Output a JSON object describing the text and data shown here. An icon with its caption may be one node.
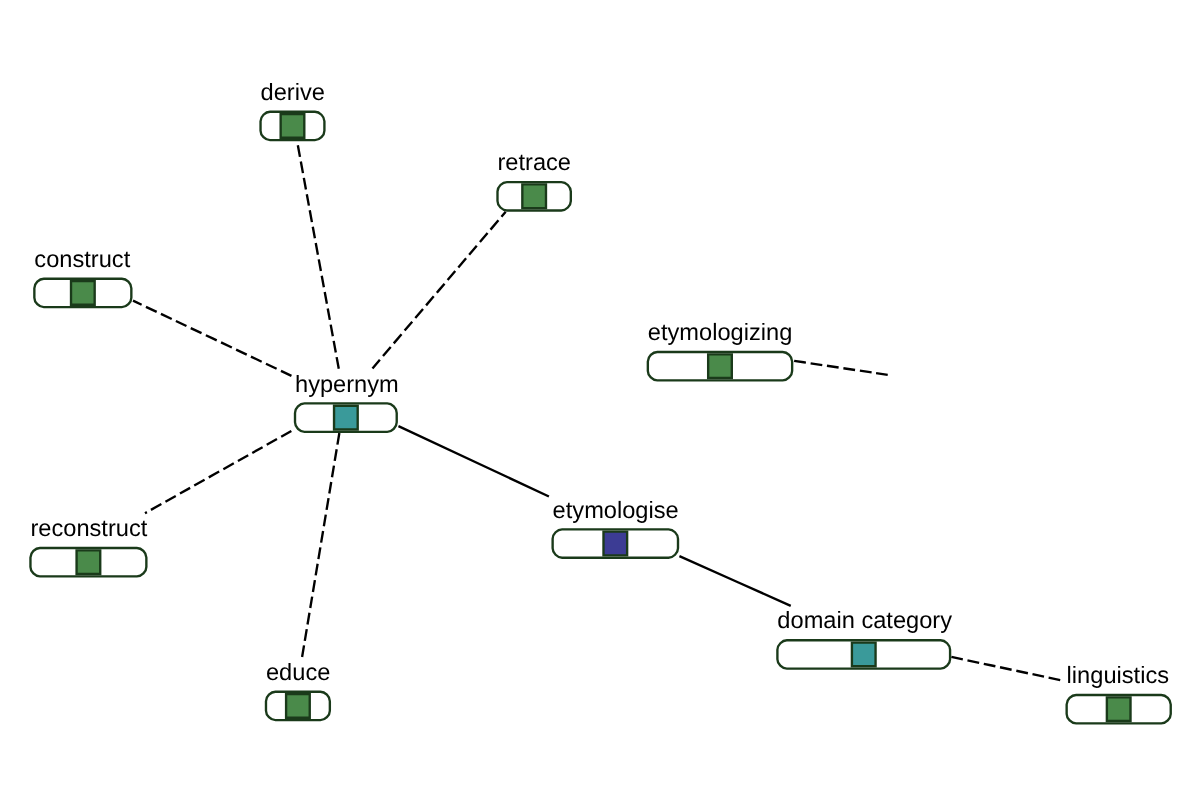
{
  "diagram": {
    "nodes": [
      {
        "text": [
          "etymologizing"
        ]
      },
      {
        "text": [
          "domain category"
        ]
      },
      {
        "text": [
          "linguistics"
        ]
      },
      {
        "text": [
          "etymologise"
        ]
      },
      {
        "text": [
          "derive"
        ]
      },
      {
        "text": [
          "hypernym"
        ]
      },
      {
        "text": [
          "construct"
        ]
      },
      {
        "text": [
          "reconstruct"
        ]
      },
      {
        "text": [
          "retrace"
        ]
      },
      {
        "text": [
          "educe"
        ]
      }
    ],
    "edges": [
      {
        "from": null,
        "to": 0,
        "arrow": "none",
        "style": "dashed"
      },
      {
        "from": 1,
        "to": 2,
        "arrow": "none",
        "style": "dashed"
      },
      {
        "from": 3,
        "to": 1,
        "arrow": "none"
      },
      {
        "from": 3,
        "to": 5,
        "arrow": "none"
      },
      {
        "from": 5,
        "to": 4,
        "arrow": "none",
        "style": "dashed"
      },
      {
        "from": 5,
        "to": 6,
        "arrow": "none",
        "style": "dashed"
      },
      {
        "from": 5,
        "to": 7,
        "arrow": "none",
        "style": "dashed"
      },
      {
        "from": 5,
        "to": 8,
        "arrow": "none",
        "style": "dashed"
      },
      {
        "from": 5,
        "to": 9,
        "arrow": "none",
        "style": "dashed"
      }
    ]
  }
}
